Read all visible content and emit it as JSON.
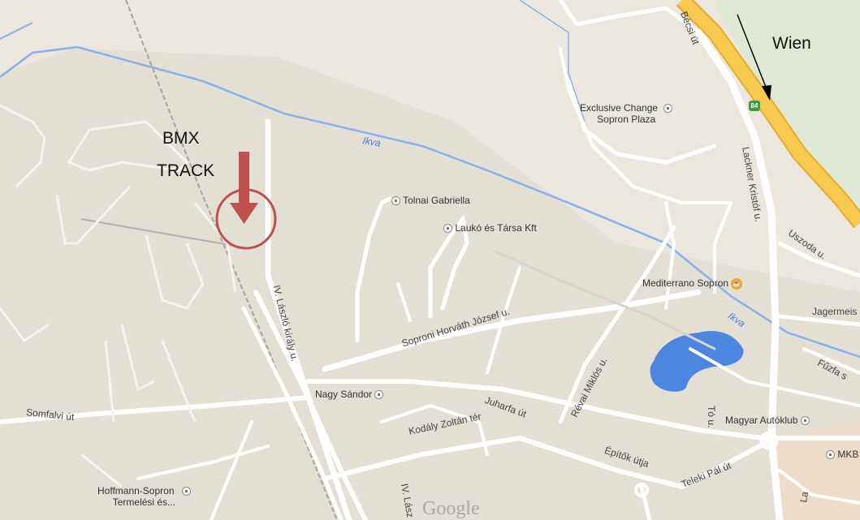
{
  "annotation": {
    "bmx_line1": "BMX",
    "bmx_line2": "TRACK",
    "direction_label": "Wien",
    "marker_color": "#c0504d"
  },
  "pois": {
    "exclusive_change_1": "Exclusive Change",
    "exclusive_change_2": "Sopron Plaza",
    "tolnai": "Tolnai Gabriella",
    "lauko": "Laukó és Társa Kft",
    "mediterrano": "Mediterrano Sopron",
    "nagy_sandor": "Nagy Sándor",
    "magyar_autoklub": "Magyar Autóklub",
    "mkb": "MKB",
    "hoffmann_1": "Hoffmann-Sopron",
    "hoffmann_2": "Termelési és..."
  },
  "streets": {
    "becsi": "Bécsi út",
    "lackner": "Lackner Kristóf u.",
    "uszoda": "Uszoda u.",
    "jagermeis": "Jagermeis",
    "fuzfa": "Fűzfa s",
    "iv_laszlo": "IV. László király u.",
    "iv_laszlo_2": "IV. Lász",
    "soproni_horvath": "Soproni Horváth József u.",
    "revai": "Révai Miklós u.",
    "juharfa": "Juharfa út",
    "kodaly": "Kodály Zoltán tér",
    "epitok": "Építők útja",
    "teleki": "Teleki Pál út",
    "to_u": "Tó u.",
    "somfalvi": "Somfalvi út",
    "la": "La"
  },
  "rivers": {
    "ikva_1": "Ikva",
    "ikva_2": "Ikva"
  },
  "road_shield": "84",
  "logo": "Google",
  "colors": {
    "land": "#ebe7df",
    "urban": "#e2ddd3",
    "road": "#ffffff",
    "water": "#8ab0ec",
    "lake": "#4c86df",
    "park": "#dfe8d4",
    "highway": "#f7c94e",
    "highway_edge": "#e6ad2c"
  }
}
